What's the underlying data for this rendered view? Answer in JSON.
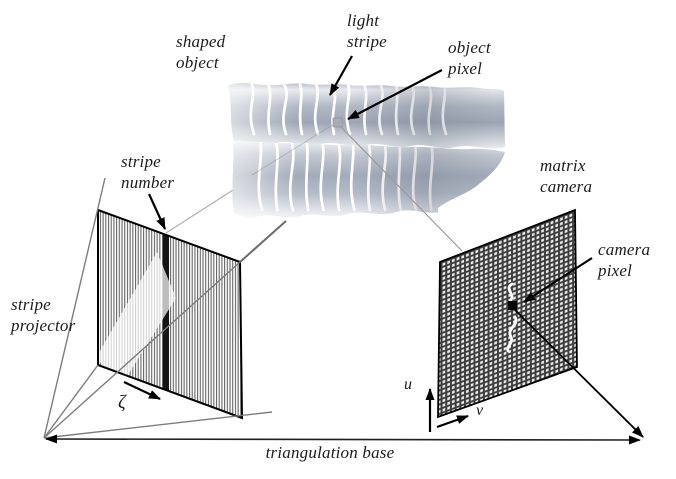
{
  "diagram": {
    "labels": {
      "shaped_object": "shaped\nobject",
      "light_stripe": "light\nstripe",
      "object_pixel": "object\npixel",
      "matrix_camera": "matrix\ncamera",
      "camera_pixel": "camera\npixel",
      "stripe_number": "stripe\nnumber",
      "stripe_projector": "stripe\nprojector",
      "triangulation_base": "triangulation base"
    },
    "symbols": {
      "zeta_axis": "ζ",
      "u_axis": "u",
      "v_axis": "v"
    },
    "colors": {
      "background": "#ffffff",
      "frustum_line_gray": "#7d7d7d",
      "ray_gray": "#9a9a9a",
      "label_text": "#1b1b1b",
      "arrow_black": "#000000",
      "projector_stripe_dark": "#606060",
      "stripe_number_black": "#151515",
      "object_silver_mid": "#a3abba",
      "object_stripe_white": "#ffffff",
      "object_pixel_fill": "#a6abb4",
      "camera_grid_dark": "#3d3d3d",
      "camera_grid_light": "#ededed",
      "camera_pixel_fill": "#050505"
    }
  }
}
